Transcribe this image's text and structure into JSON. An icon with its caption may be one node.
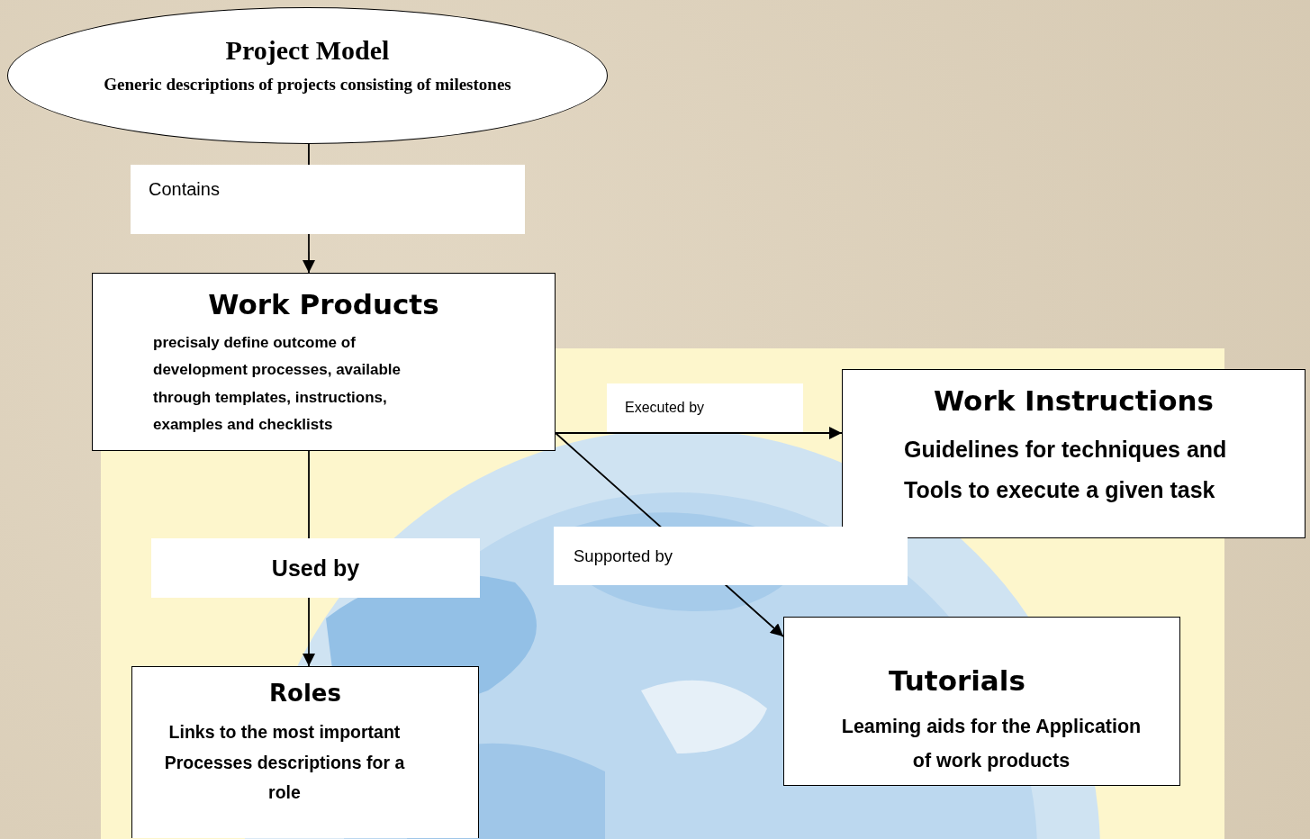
{
  "diagram": {
    "nodes": [
      {
        "text": [
          "Project Model",
          "Generic descriptions of projects consisting of milestones"
        ]
      },
      {
        "text": [
          "Work Products",
          "precisaly define outcome of development processes, available through templates, instructions, examples and checklists"
        ]
      },
      {
        "text": [
          "Work Instructions",
          "Guidelines for techniques and Tools to execute a given task"
        ]
      },
      {
        "text": [
          "Roles",
          "Links to the most important Processes descriptions for a role"
        ]
      },
      {
        "text": [
          "Tutorials",
          "Leaming aids for the Application of work products"
        ]
      }
    ],
    "edges": [
      {
        "from": 0,
        "to": 1,
        "arrow": "to",
        "label": "Contains"
      },
      {
        "from": 1,
        "to": 3,
        "arrow": "to",
        "label": "Used by"
      },
      {
        "from": 1,
        "to": 2,
        "arrow": "to",
        "label": "Executed by"
      },
      {
        "from": 1,
        "to": 4,
        "arrow": "to",
        "label": "Supported by"
      }
    ]
  }
}
